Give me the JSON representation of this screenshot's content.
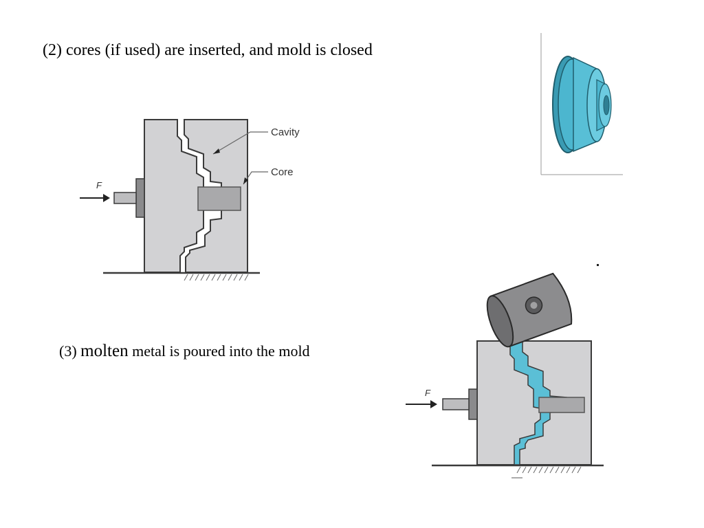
{
  "steps": [
    {
      "caption": "(2) cores (if used) are inserted, and mold is closed",
      "labels": {
        "cavity": "Cavity",
        "core": "Core",
        "force": "F"
      }
    },
    {
      "caption_prefix": "(3) ",
      "caption_emphasis": "molten",
      "caption_suffix": " metal is poured into the mold",
      "labels": {
        "force": "F"
      }
    }
  ],
  "colors": {
    "mold": "#d2d2d4",
    "mold_outline": "#3a3a3a",
    "core": "#a9a9ab",
    "metal": "#5bbfd6",
    "part": "#4cb6cf",
    "ladle": "#7a7a7c"
  }
}
